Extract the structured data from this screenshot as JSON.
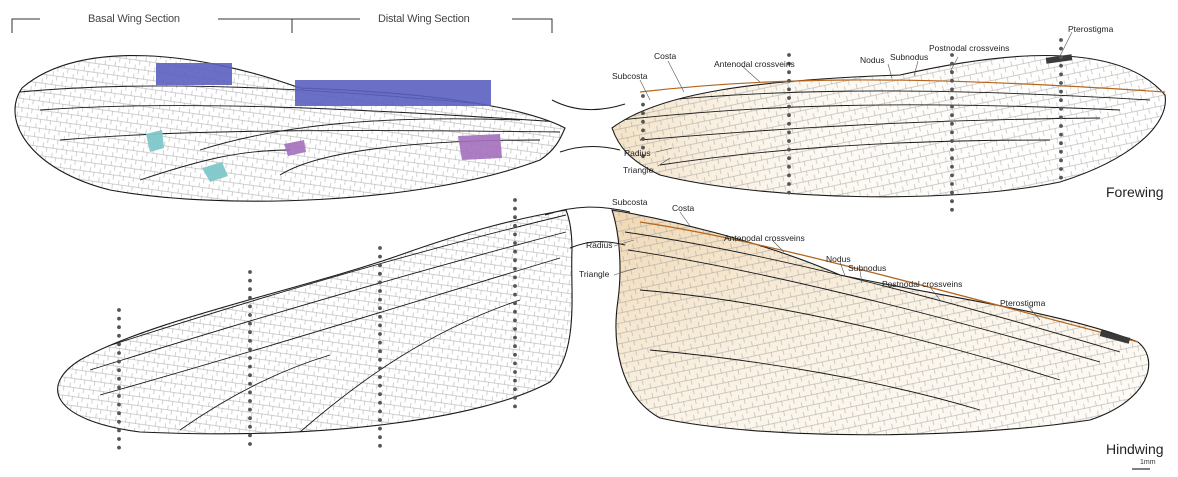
{
  "sections": {
    "basal": "Basal Wing Section",
    "distal": "Distal Wing Section"
  },
  "forewing": {
    "title": "Forewing",
    "labels": {
      "costa": "Costa",
      "subcosta": "Subcosta",
      "antenodal": "Antenodal crossveins",
      "nodus": "Nodus",
      "subnodus": "Subnodus",
      "postnodal": "Postnodal crossveins",
      "pterostigma": "Pterostigma",
      "radius": "Radius",
      "triangle": "Triangle"
    }
  },
  "hindwing": {
    "title": "Hindwing",
    "labels": {
      "subcosta": "Subcosta",
      "costa": "Costa",
      "antenodal": "Antenodal crossveins",
      "nodus": "Nodus",
      "subnodus": "Subnodus",
      "postnodal": "Postnodal crossveins",
      "pterostigma": "Pterostigma",
      "radius": "Radius",
      "triangle": "Triangle"
    }
  },
  "scale_bar": "1mm",
  "colors": {
    "vein": "#1a1a1a",
    "blue_cells": "#5b5fbf",
    "teal_cells": "#7fc9cc",
    "purple_cells": "#a46fbd",
    "amber_tint": "#e9c892",
    "pterostigma": "#3a3a3a",
    "costa_edge": "#b5651d",
    "sample_dots": "#555555"
  }
}
